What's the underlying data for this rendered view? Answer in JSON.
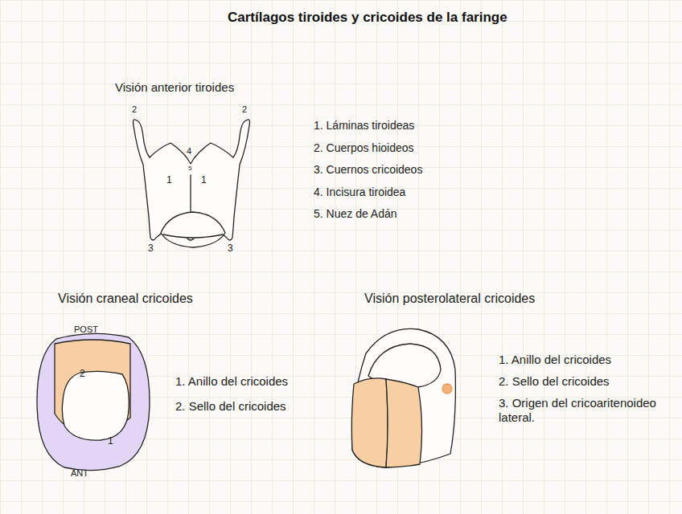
{
  "diagram": {
    "title": "Cartílagos tiroides y cricoides de la faringe",
    "labels": [
      "Visión anterior tiroides",
      "2",
      "2",
      "4",
      "5",
      "1",
      "1",
      "3",
      "3",
      "1. Láminas tiroideas",
      "2. Cuerpos hioideos",
      "3. Cuernos cricoideos",
      "4. Incisura tiroidea",
      "5. Nuez de Adán",
      "Visión craneal cricoides",
      "POST",
      "2",
      "1",
      "ANT",
      "1. Anillo del cricoides",
      "2. Sello del cricoides",
      "Visión posterolateral cricoides",
      "1. Anillo del cricoides",
      "2. Sello del cricoides",
      "3. Origen del cricoaritenoideo lateral."
    ]
  }
}
